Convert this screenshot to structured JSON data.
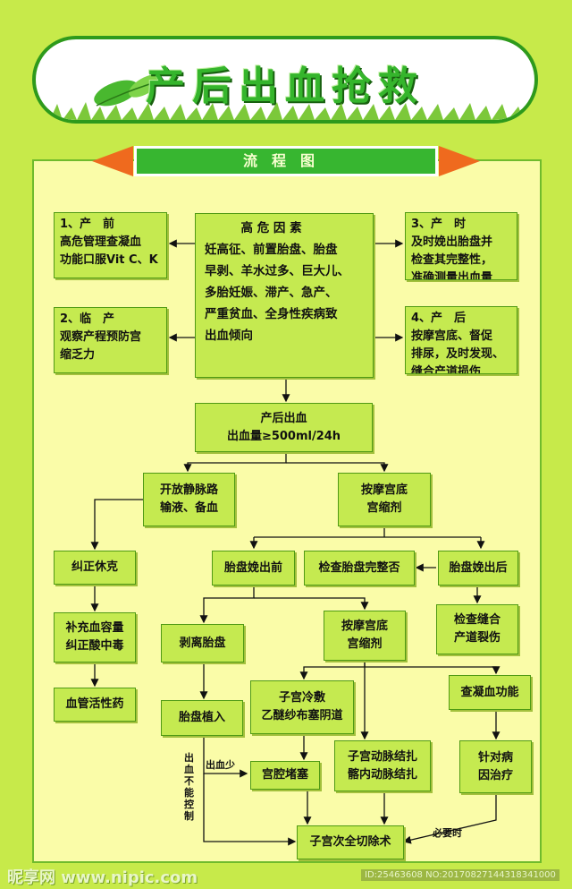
{
  "header": {
    "title": "产后出血抢救",
    "banner": "流程图"
  },
  "nodes": {
    "prenatal": "1、产　前\n高危管理查凝血\n功能口服Vit C、K",
    "intrapartum": "2、临　产\n观察产程预防宫\n缩乏力",
    "risk": "　　　高 危 因 素\n妊高征、前置胎盘、胎盘\n早剥、羊水过多、巨大儿、\n多胎妊娠、滞产、急产、\n严重贫血、全身性疾病致\n出血倾向",
    "delivery": "3、产　时\n及时娩出胎盘并\n检查其完整性，\n准确测量出血量",
    "postpartum": "4、产　后\n按摩宫底、督促\n排尿，及时发现、\n缝合产道损伤",
    "pph": "产后出血\n出血量≥500ml/24h",
    "iv": "开放静脉路\n输液、备血",
    "massage1": "按摩宫底\n宫缩剂",
    "shock": "纠正休克",
    "before": "胎盘娩出前",
    "check": "检查胎盘完整否",
    "after": "胎盘娩出后",
    "volume": "补充血容量\n纠正酸中毒",
    "separate": "剥离胎盘",
    "massage2": "按摩宫底\n宫缩剂",
    "suture": "检查缝合\n产道裂伤",
    "cold": "子宫冷敷\n乙醚纱布塞阴道",
    "coag": "查凝血功能",
    "vaso": "血管活性药",
    "accreta": "胎盘植入",
    "artery": "子宫动脉结扎\n髂内动脉结扎",
    "targeted": "针对病\n因治疗",
    "packing": "宫腔堵塞",
    "hyst": "子宫次全切除术"
  },
  "labels": {
    "less_bleed": "出血少",
    "uncontrolled": "出\n血\n不\n能\n控\n制",
    "necessary": "必要时"
  },
  "footer": {
    "watermark": "昵享网 www.nipic.com",
    "id_text": "ID:25463608 NO:20170827144318341000"
  },
  "colors": {
    "background": "#c7ea4a",
    "panel": "#fafca8",
    "box": "#c5ea50",
    "banner": "#37b630",
    "arrow": "#ef6a1e"
  }
}
